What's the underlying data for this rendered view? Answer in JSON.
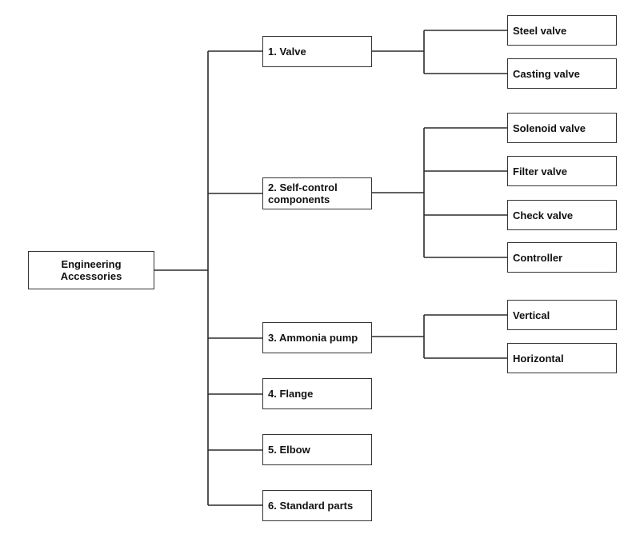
{
  "root": {
    "label": "Engineering\nAccessories"
  },
  "categories": [
    {
      "label": "1. Valve",
      "children": [
        "Steel valve",
        "Casting valve"
      ]
    },
    {
      "label": "2. Self-control\n    components",
      "children": [
        "Solenoid valve",
        "Filter valve",
        "Check valve",
        "Controller"
      ]
    },
    {
      "label": "3. Ammonia pump",
      "children": [
        "Vertical",
        "Horizontal"
      ]
    },
    {
      "label": "4. Flange",
      "children": []
    },
    {
      "label": "5. Elbow",
      "children": []
    },
    {
      "label": "6. Standard parts",
      "children": []
    }
  ]
}
